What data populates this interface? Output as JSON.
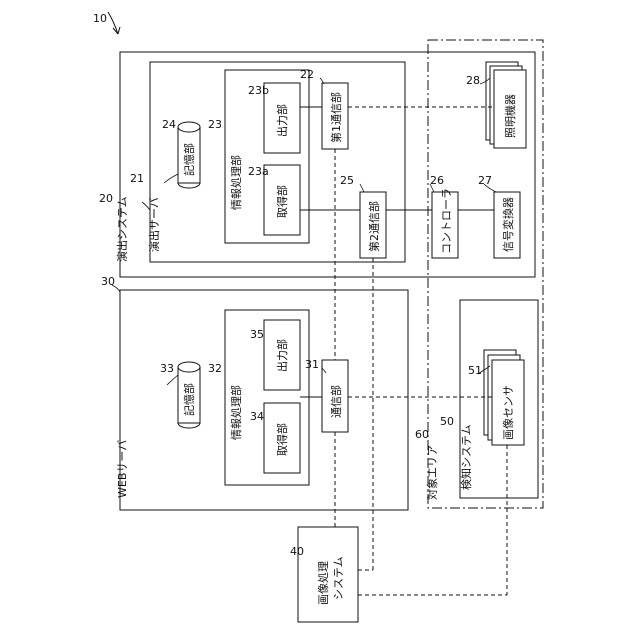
{
  "figure": {
    "ref_main": "10",
    "performance_system": {
      "ref": "20",
      "label": "演出システム"
    },
    "performance_server": {
      "ref": "21",
      "label": "演出サーバ"
    },
    "info_processing_a": {
      "ref": "23",
      "label": "情報処理部"
    },
    "output_a": {
      "ref": "23b",
      "label": "出力部"
    },
    "acquire_a": {
      "ref": "23a",
      "label": "取得部"
    },
    "storage_a": {
      "ref": "24",
      "label": "記憶部"
    },
    "comm1": {
      "ref": "22",
      "label": "第1通信部"
    },
    "comm2": {
      "ref": "25",
      "label": "第2通信部"
    },
    "controller": {
      "ref": "26",
      "label": "コントローラ"
    },
    "signal_converter": {
      "ref": "27",
      "label": "信号変換器"
    },
    "lighting": {
      "ref": "28",
      "label": "照明機器"
    },
    "web_server": {
      "ref": "30",
      "label": "WEBサーバ"
    },
    "info_processing_b": {
      "ref": "32",
      "label": "情報処理部"
    },
    "output_b": {
      "ref": "35",
      "label": "出力部"
    },
    "acquire_b": {
      "ref": "34",
      "label": "取得部"
    },
    "storage_b": {
      "ref": "33",
      "label": "記憶部"
    },
    "comm_b": {
      "ref": "31",
      "label": "通信部"
    },
    "target_area": {
      "ref": "60",
      "label": "対象エリア"
    },
    "detection_system": {
      "ref": "50",
      "label": "検知システム"
    },
    "image_sensor": {
      "ref": "51",
      "label": "画像センサ"
    },
    "image_processing": {
      "ref": "40",
      "label": "画像処理システム",
      "label_line1": "画像処理",
      "label_line2": "システム"
    }
  }
}
